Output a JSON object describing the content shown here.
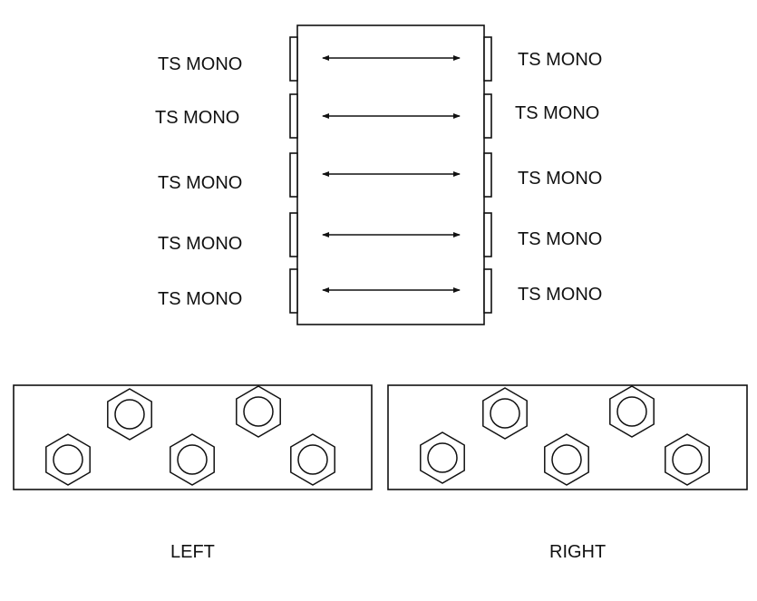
{
  "patchbay": {
    "left_jacks": [
      {
        "label": "TS MONO"
      },
      {
        "label": "TS MONO"
      },
      {
        "label": "TS MONO"
      },
      {
        "label": "TS MONO"
      },
      {
        "label": "TS MONO"
      }
    ],
    "right_jacks": [
      {
        "label": "TS MONO"
      },
      {
        "label": "TS MONO"
      },
      {
        "label": "TS MONO"
      },
      {
        "label": "TS MONO"
      },
      {
        "label": "TS MONO"
      }
    ],
    "connections": 5
  },
  "panels": [
    {
      "label": "LEFT",
      "connectors": 5
    },
    {
      "label": "RIGHT",
      "connectors": 5
    }
  ],
  "colors": {
    "stroke": "#111111",
    "background": "#ffffff"
  }
}
